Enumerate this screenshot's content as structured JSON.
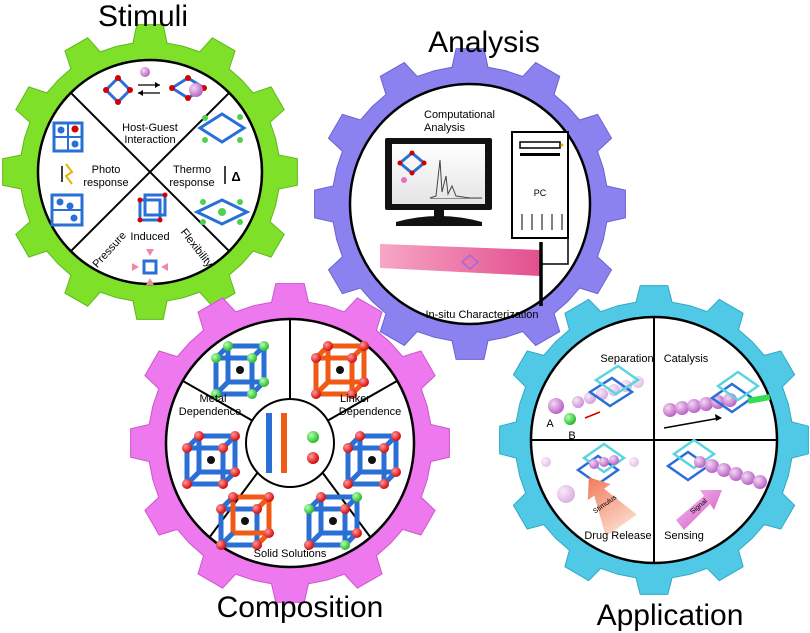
{
  "stimuli": {
    "title": "Stimuli",
    "color": "#7fe02a",
    "labels": {
      "host_guest_1": "Host-Guest",
      "host_guest_2": "Interaction",
      "photo_1": "Photo",
      "photo_2": "response",
      "thermo_1": "Thermo",
      "thermo_2": "response",
      "delta": "Δ",
      "pressure": "Pressure",
      "induced": "Induced",
      "flexibility": "Flexibility"
    }
  },
  "analysis": {
    "title": "Analysis",
    "color": "#8b82f0",
    "labels": {
      "computational_1": "Computational",
      "computational_2": "Analysis",
      "pc": "PC",
      "insitu": "In-situ Characterization"
    }
  },
  "composition": {
    "title": "Composition",
    "color": "#ee78ee",
    "labels": {
      "metal_1": "Metal",
      "metal_2": "Dependence",
      "linker_1": "Linker",
      "linker_2": "Dependence",
      "solid": "Solid Solutions"
    }
  },
  "application": {
    "title": "Application",
    "color": "#4fc9e6",
    "labels": {
      "separation": "Separation",
      "catalysis": "Catalysis",
      "a": "A",
      "b": "B",
      "drug": "Drug Release",
      "sensing": "Sensing",
      "stimulus": "Stimulus",
      "signal": "Signal"
    }
  }
}
